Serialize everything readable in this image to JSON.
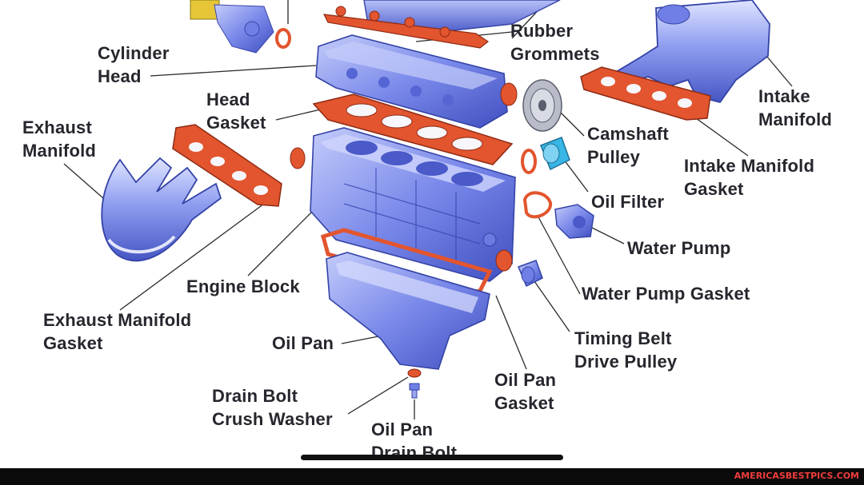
{
  "labels": {
    "cylinder_head": "Cylinder\nHead",
    "head_gasket": "Head\nGasket",
    "exhaust_manifold": "Exhaust\nManifold",
    "rubber_grommets": "Rubber\nGrommets",
    "intake_manifold": "Intake\nManifold",
    "camshaft_pulley": "Camshaft\nPulley",
    "intake_manifold_gasket": "Intake Manifold\nGasket",
    "oil_filter": "Oil Filter",
    "water_pump": "Water Pump",
    "engine_block": "Engine Block",
    "water_pump_gasket": "Water Pump Gasket",
    "exhaust_manifold_gasket": "Exhaust Manifold\nGasket",
    "oil_pan": "Oil Pan",
    "timing_belt_drive_pulley": "Timing Belt\nDrive Pulley",
    "oil_pan_gasket": "Oil Pan\nGasket",
    "drain_bolt_crush_washer": "Drain Bolt\nCrush Washer",
    "oil_pan_drain_bolt": "Oil Pan\nDrain Bolt"
  },
  "footer": {
    "watermark": "AMERICASBESTPICS.COM"
  },
  "colors": {
    "part_blue": "#6f7fe6",
    "part_blue_light": "#a9b4f4",
    "part_blue_dark": "#3c4bb8",
    "gasket_orange": "#e2552e",
    "gasket_outline": "#8e2a14",
    "pulley_gray": "#b9bcc8",
    "filter_cyan": "#38b6e6",
    "valve_yellow": "#e6c637",
    "label_text": "#26272e",
    "watermark": "#f03c3c"
  }
}
